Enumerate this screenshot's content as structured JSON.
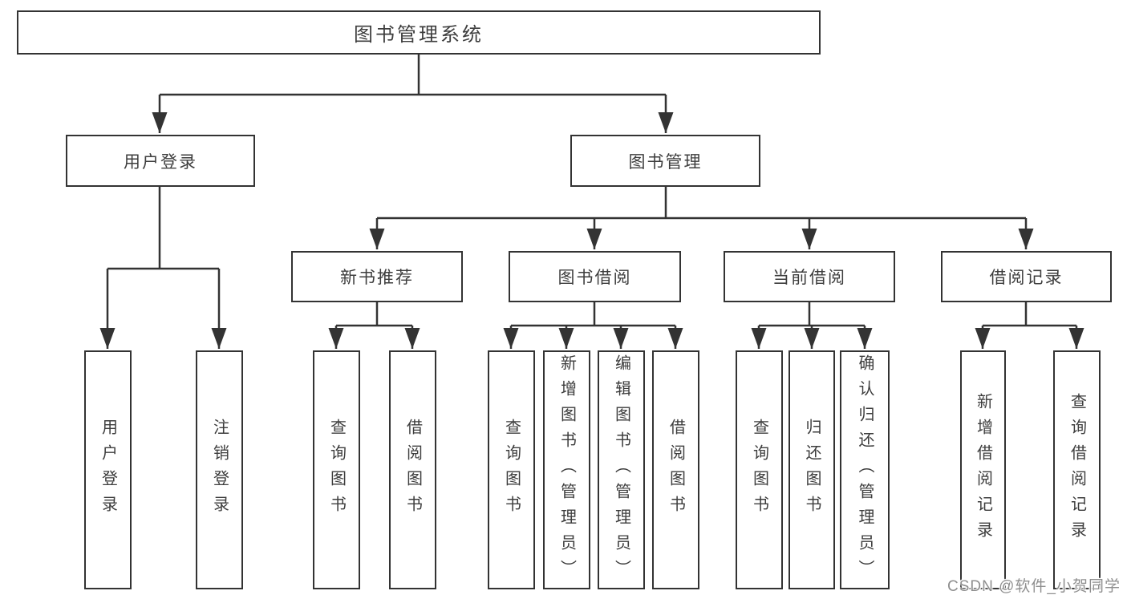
{
  "diagram": {
    "title": "图书管理系统",
    "level1": {
      "user_login": "用户登录",
      "book_mgmt": "图书管理"
    },
    "level2": {
      "new_books": "新书推荐",
      "book_borrow": "图书借阅",
      "current_borrow": "当前借阅",
      "borrow_records": "借阅记录"
    },
    "leaves": {
      "user_login": [
        "用户登录",
        "注销登录"
      ],
      "new_books": [
        "查询图书",
        "借阅图书"
      ],
      "book_borrow": [
        "查询图书",
        "新增图书（管理员）",
        "编辑图书（管理员）",
        "借阅图书"
      ],
      "current_borrow": [
        "查询图书",
        "归还图书",
        "确认归还（管理员）"
      ],
      "borrow_records": [
        "新增借阅记录",
        "查询借阅记录"
      ]
    },
    "watermark": "CSDN @软件_小贺同学",
    "colors": {
      "line": "#333333",
      "text": "#3d3d3d",
      "watermark_text": "#8f8f8f",
      "background": "#ffffff"
    }
  }
}
